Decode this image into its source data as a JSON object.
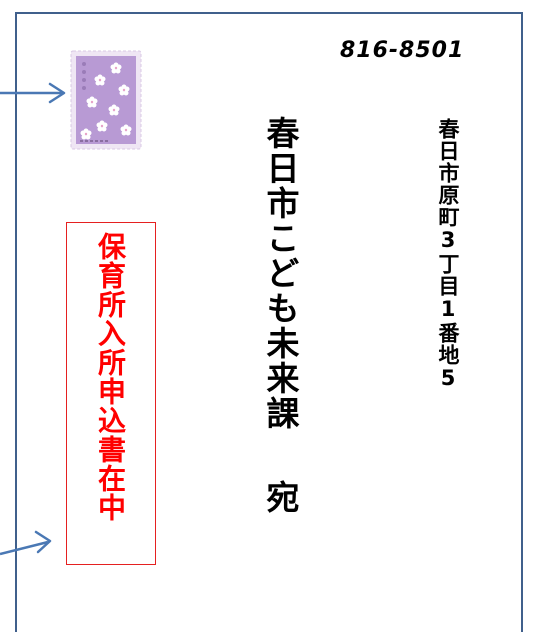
{
  "postal_code": "816-8501",
  "address": "春日市原町3丁目1番地5",
  "recipient": "春日市こども未来課",
  "honorific": "宛",
  "enclosure_note": "保育所入所申込書在中",
  "colors": {
    "envelope_border": "#40608c",
    "arrow": "#4a78b4",
    "stamp": "#b89ad4",
    "enclosure_text": "#ff0000",
    "enclosure_border": "#e52020"
  },
  "icons": {
    "stamp": "postage-stamp-icon",
    "arrows": "arrow-right-icon"
  }
}
